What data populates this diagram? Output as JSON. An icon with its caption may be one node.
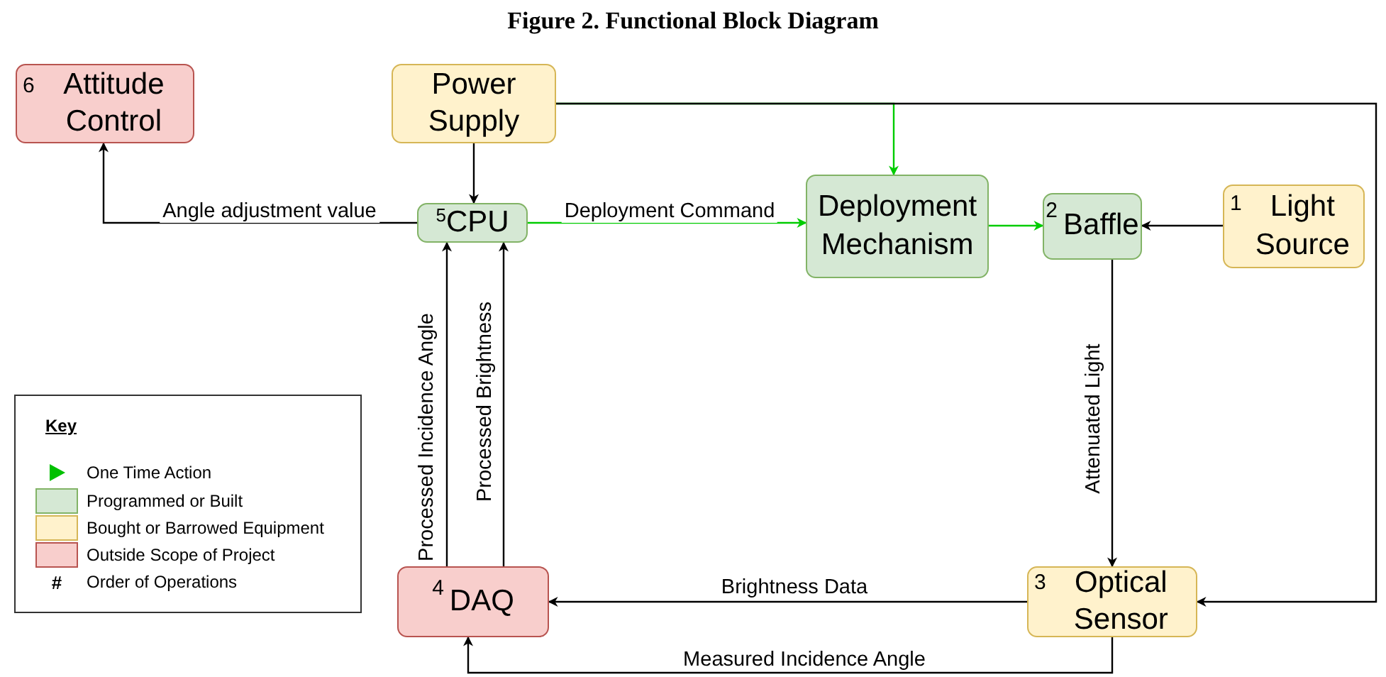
{
  "diagram": {
    "title": "Figure 2. Functional Block Diagram",
    "nodes": [
      {
        "text": [
          "6",
          "Attitude Control"
        ]
      },
      {
        "text": [
          "Power Supply"
        ]
      },
      {
        "text": [
          "5",
          "CPU"
        ]
      },
      {
        "text": [
          "Deployment Mechanism"
        ]
      },
      {
        "text": [
          "2",
          "Baffle"
        ]
      },
      {
        "text": [
          "1",
          "Light Source"
        ]
      },
      {
        "text": [
          "4",
          "DAQ"
        ]
      },
      {
        "text": [
          "3",
          "Optical Sensor"
        ]
      }
    ],
    "edges": [
      {
        "from": 2,
        "to": 0,
        "arrow": "to",
        "label": "Angle adjustment value"
      },
      {
        "from": 1,
        "to": 2,
        "arrow": "to"
      },
      {
        "from": 1,
        "to": 3,
        "arrow": "to",
        "color": "#00cc00"
      },
      {
        "from": 1,
        "to": 7,
        "arrow": "to"
      },
      {
        "from": 2,
        "to": 3,
        "arrow": "to",
        "label": "Deployment Command",
        "color": "#00cc00"
      },
      {
        "from": 3,
        "to": 4,
        "arrow": "to",
        "color": "#00cc00"
      },
      {
        "from": 5,
        "to": 4,
        "arrow": "to"
      },
      {
        "from": 4,
        "to": 7,
        "arrow": "to",
        "label": "Attenuated Light"
      },
      {
        "from": 7,
        "to": 6,
        "arrow": "to",
        "label": "Brightness Data"
      },
      {
        "from": 7,
        "to": 6,
        "arrow": "to",
        "label": "Measured Incidence Angle"
      },
      {
        "from": 6,
        "to": 2,
        "arrow": "to",
        "label": "Processed Incidence Angle"
      },
      {
        "from": 6,
        "to": 2,
        "arrow": "to",
        "label": "Processed Brightness"
      }
    ],
    "labels": [
      "Key",
      "#"
    ],
    "legend": [
      {
        "text": "One Time Action"
      },
      {
        "text": "Programmed or Built",
        "color": "#d5e8d4"
      },
      {
        "text": "Bought or Barrowed Equipment",
        "color": "#fff2cc"
      },
      {
        "text": "Outside Scope of Project",
        "color": "#f8cecc"
      },
      {
        "text": "Order of Operations"
      }
    ]
  }
}
